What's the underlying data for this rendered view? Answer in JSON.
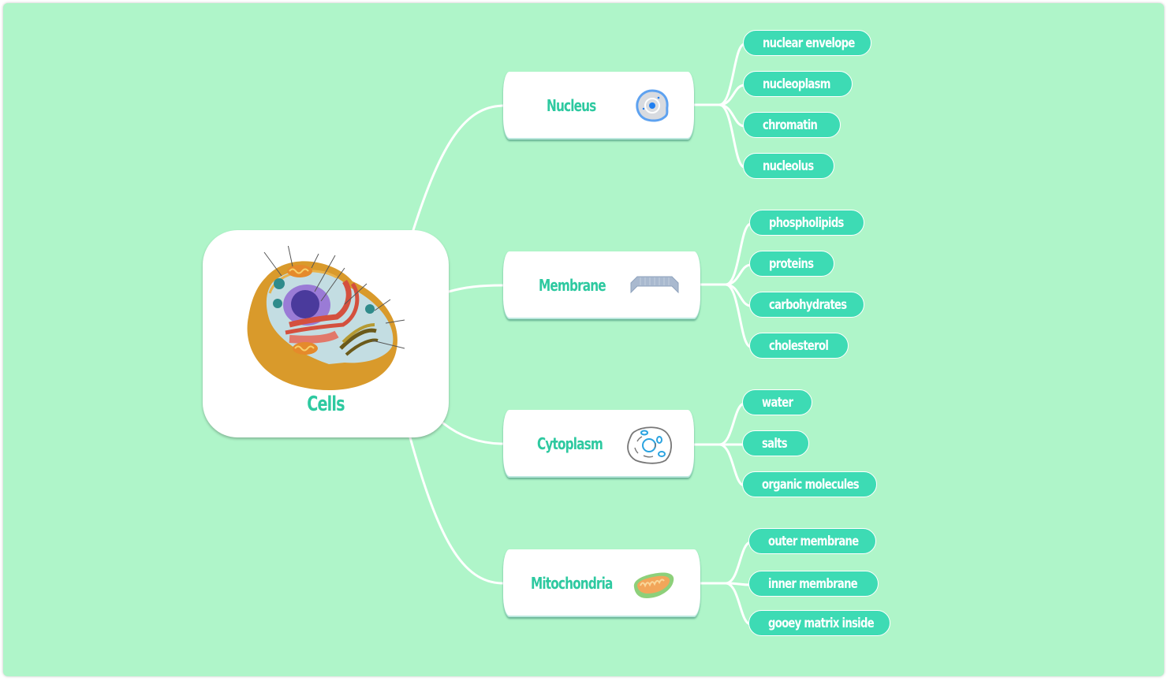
{
  "colors": {
    "background": "#aff5c9",
    "accent": "#2ec9a0",
    "leaf_fill": "#3ddbb4",
    "connector": "#ffffff",
    "node_fill": "#ffffff"
  },
  "root": {
    "title": "Cells",
    "image": "animal-cell-illustration"
  },
  "branches": [
    {
      "label": "Nucleus",
      "icon": "nucleus-icon",
      "leaves": [
        "nuclear envelope",
        "nucleoplasm",
        "chromatin",
        "nucleolus"
      ]
    },
    {
      "label": "Membrane",
      "icon": "membrane-icon",
      "leaves": [
        "phospholipids",
        "proteins",
        "carbohydrates",
        "cholesterol"
      ]
    },
    {
      "label": "Cytoplasm",
      "icon": "cytoplasm-icon",
      "leaves": [
        "water",
        "salts",
        "organic molecules"
      ]
    },
    {
      "label": "Mitochondria",
      "icon": "mitochondria-icon",
      "leaves": [
        "outer membrane",
        "inner membrane",
        "gooey matrix inside"
      ]
    }
  ]
}
